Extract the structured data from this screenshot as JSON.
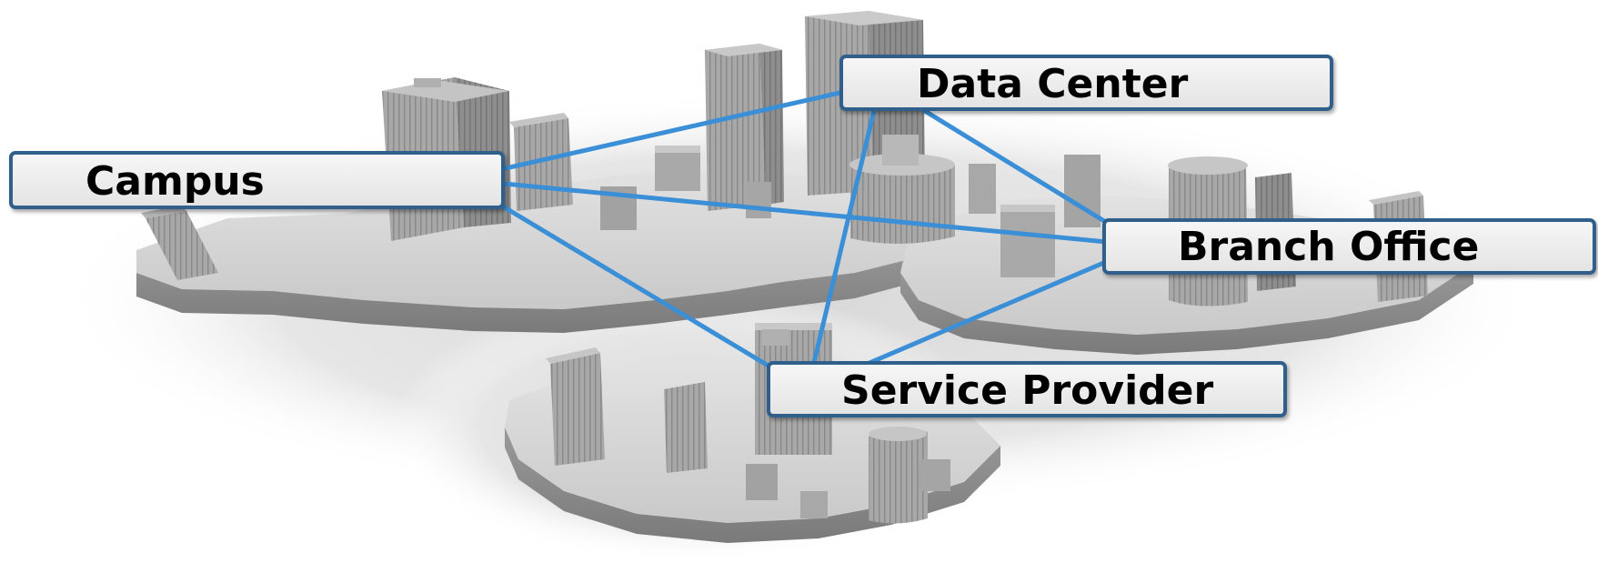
{
  "colors": {
    "link": "#3a8fd6",
    "node": "#3b9be0",
    "label_border": "#2f5f8a"
  },
  "nodes": {
    "campus": {
      "label": "Campus"
    },
    "data_center": {
      "label": "Data Center"
    },
    "branch_office": {
      "label": "Branch Office"
    },
    "service_provider": {
      "label": "Service Provider"
    }
  },
  "links": [
    [
      "campus",
      "data_center"
    ],
    [
      "campus",
      "branch_office"
    ],
    [
      "campus",
      "service_provider"
    ],
    [
      "data_center",
      "branch_office"
    ],
    [
      "data_center",
      "service_provider"
    ],
    [
      "service_provider",
      "branch_office"
    ]
  ]
}
